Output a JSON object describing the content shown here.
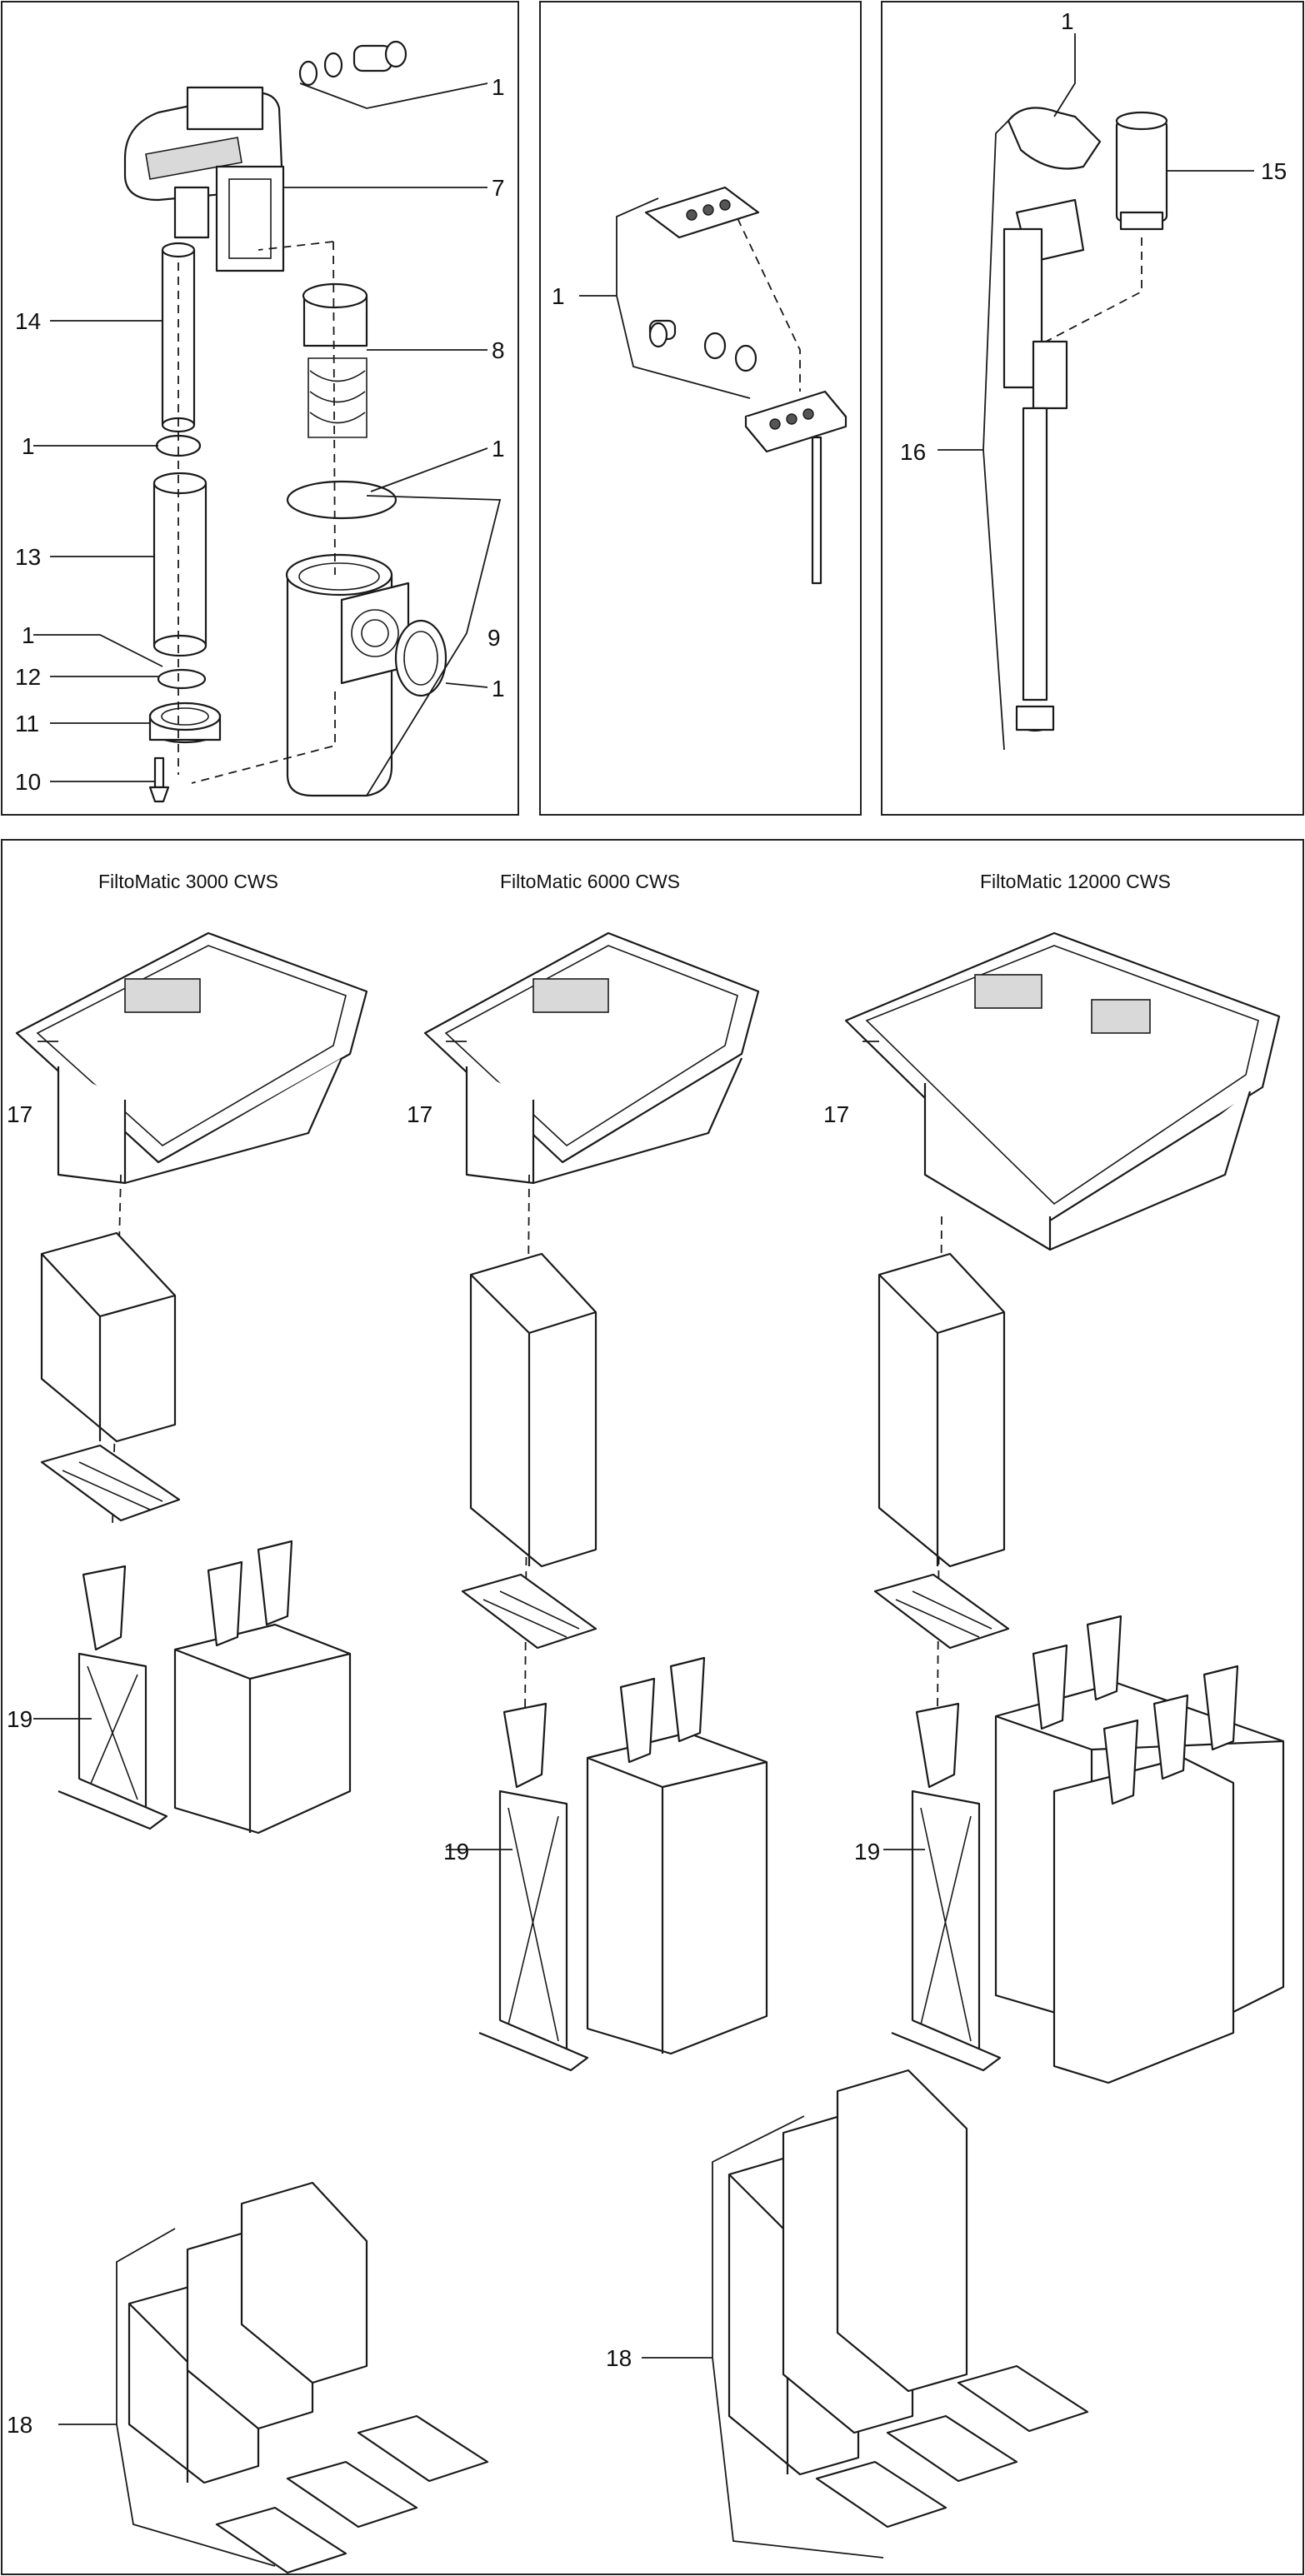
{
  "model_headings": {
    "col1": "FiltoMatic 3000 CWS",
    "col2": "FiltoMatic 6000 CWS",
    "col3": "FiltoMatic 12000 CWS"
  },
  "callouts": {
    "n1": "1",
    "n7": "7",
    "n8": "8",
    "n9": "9",
    "n10": "10",
    "n11": "11",
    "n12": "12",
    "n13": "13",
    "n14": "14",
    "n15": "15",
    "n16": "16",
    "n17": "17",
    "n18": "18",
    "n19": "19"
  }
}
